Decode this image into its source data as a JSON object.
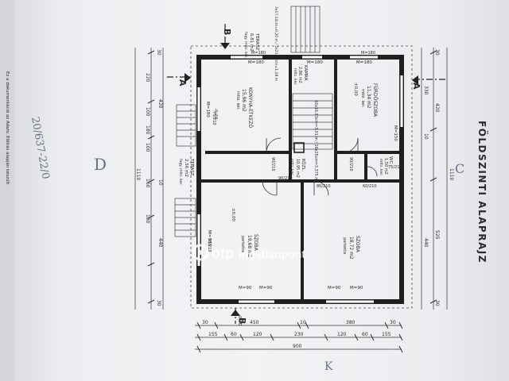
{
  "sheet_title": "FÖLDSZINTI ALAPRAJZ",
  "rooms": [
    {
      "id": "konyha",
      "name": "KONYHA-ÉTKEZŐ",
      "area": "15,96 m2",
      "finish": "mttz. ker."
    },
    {
      "id": "furdo",
      "name": "FÜRDŐSZOBA",
      "area": "11,34 m2",
      "finish": "mttz. ker."
    },
    {
      "id": "kamra",
      "name": "KAMRA",
      "area": "2,86 m2",
      "finish": "mttz. ker."
    },
    {
      "id": "wc",
      "name": "WC",
      "area": "1,50 m2",
      "finish": "mttz. ker."
    },
    {
      "id": "kozl",
      "name": "KÖZL.",
      "area": "10,95 m2",
      "finish": "mttz. ker."
    },
    {
      "id": "szoba1",
      "name": "SZOBA",
      "area": "19,68 m2",
      "finish": "parketta"
    },
    {
      "id": "szoba2",
      "name": "SZOBA",
      "area": "18,72 m2",
      "finish": "parketta"
    },
    {
      "id": "terasz1",
      "name": "TERASZ",
      "area": "6,81 m2",
      "finish": "fagy. mttz. ker."
    },
    {
      "id": "terasz2",
      "name": "TERASZ",
      "area": "2,56 m2",
      "finish": "fagy. mttz. ker."
    }
  ],
  "stair_note": "16x16,81cm=3,01 m / 16x25cm=3,375 m",
  "stair_note_left": "3x17,14cm=0,20 m / 5x21,50cm=1,28 m",
  "level_marks": [
    "±0,00",
    "-0,20",
    "±0,00",
    "-0,20"
  ],
  "section_marks": [
    "B",
    "A",
    "A",
    "B"
  ],
  "window_tags": [
    "M=180",
    "M=180",
    "M=180",
    "M=180",
    "M=150",
    "M=90",
    "M=90",
    "M=90",
    "M=90",
    "M=180",
    "M=180",
    "M=180"
  ],
  "door_sizes": [
    "90/210",
    "90/210",
    "90/210",
    "80/210",
    "60/210",
    "75/210",
    "75/210",
    "90/210"
  ],
  "dims": {
    "bottom_row1": [
      "30",
      "450",
      "10",
      "380",
      "30"
    ],
    "bottom_row2": [
      "155",
      "60",
      "120",
      "230",
      "120",
      "60",
      "155"
    ],
    "bottom_total": "900",
    "left_outer": "1110",
    "left_col": [
      "30",
      "220",
      "100",
      "180",
      "100",
      "160",
      "180",
      "30"
    ],
    "left_col2": [
      "420",
      "10",
      "440"
    ],
    "right_outer": "1110",
    "right_col": [
      "30",
      "330",
      "10",
      "420",
      "525",
      "440",
      "30"
    ]
  },
  "left_margin_note": "Ez a dokumentáció az Adatv. Előírás alapján készült",
  "handwritten": [
    "20/637-22/0",
    "D",
    "C",
    "K"
  ],
  "watermark": {
    "brand": "otp",
    "suffix": "ingatlanpont"
  }
}
